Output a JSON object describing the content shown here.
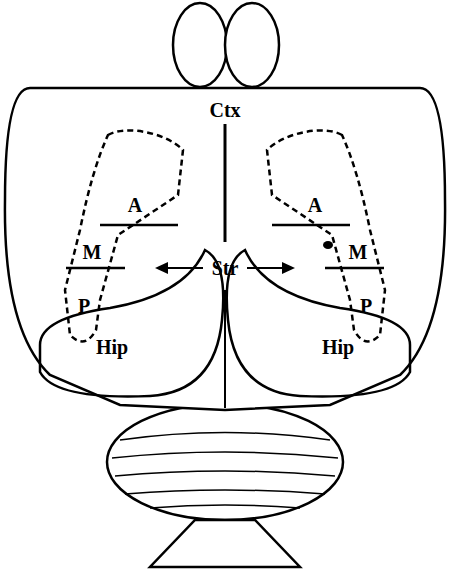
{
  "diagram": {
    "nodes": [
      {
        "text": [
          "A",
          "M",
          "P"
        ]
      },
      {
        "text": [
          "A",
          "M",
          "P"
        ]
      },
      {
        "text": [
          "Hip"
        ]
      },
      {
        "text": [
          "Hip"
        ]
      }
    ],
    "labels": [
      "Ctx",
      "Str"
    ]
  }
}
